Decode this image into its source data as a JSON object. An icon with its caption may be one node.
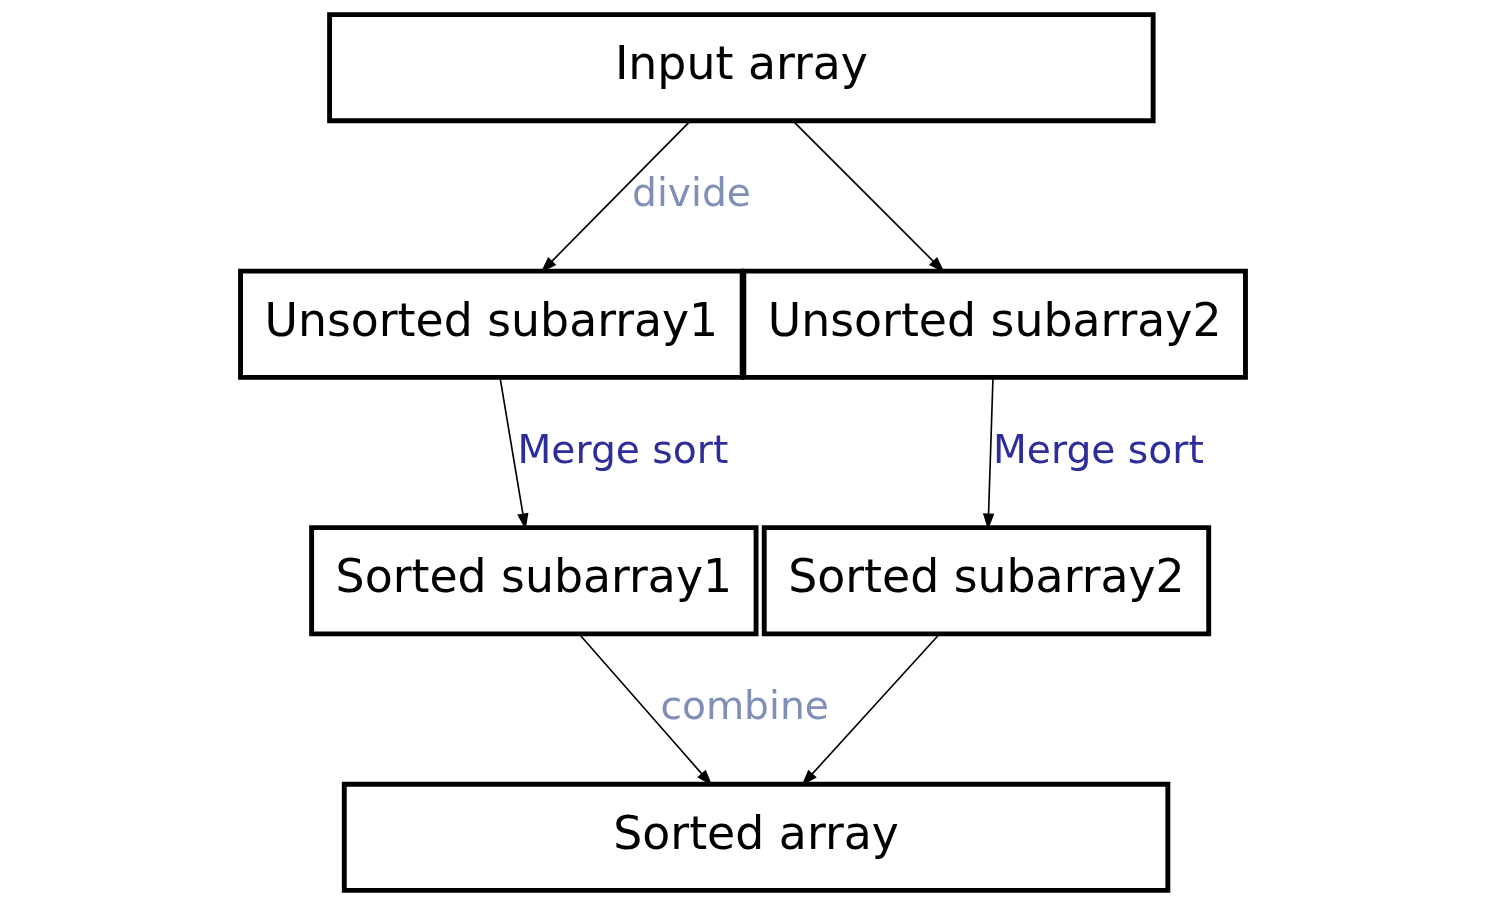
{
  "diagram": {
    "nodes": [
      {
        "text": [
          "Input array"
        ]
      },
      {
        "text": [
          "Unsorted subarray1"
        ]
      },
      {
        "text": [
          "Unsorted subarray2"
        ]
      },
      {
        "text": [
          "Sorted subarray1"
        ]
      },
      {
        "text": [
          "Sorted subarray2"
        ]
      },
      {
        "text": [
          "Sorted array"
        ]
      }
    ],
    "edges": [
      {
        "from": 0,
        "to": 1,
        "arrow": "to",
        "label": "divide"
      },
      {
        "from": 0,
        "to": 2,
        "arrow": "to"
      },
      {
        "from": 1,
        "to": 3,
        "arrow": "to",
        "label": "Merge sort"
      },
      {
        "from": 2,
        "to": 4,
        "arrow": "to",
        "label": "Merge sort"
      },
      {
        "from": 3,
        "to": 5,
        "arrow": "to",
        "label": "combine"
      },
      {
        "from": 4,
        "to": 5,
        "arrow": "to"
      }
    ]
  }
}
